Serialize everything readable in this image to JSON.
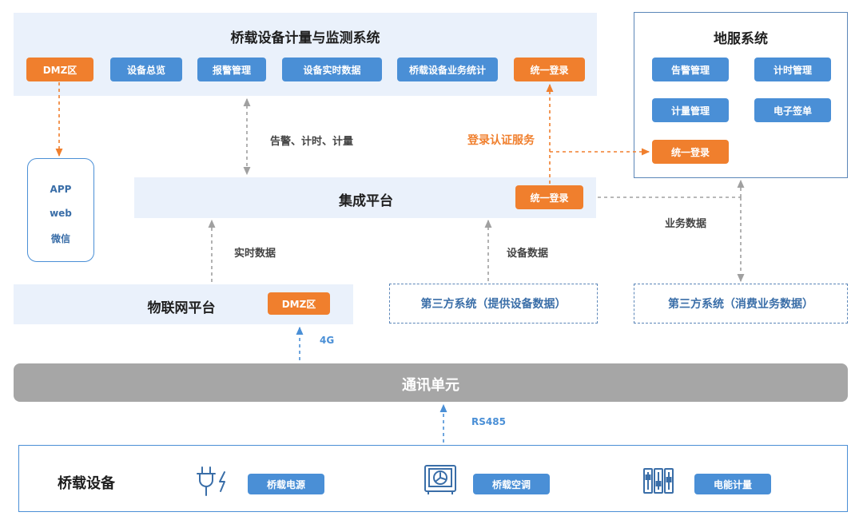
{
  "monitoring": {
    "title": "桥载设备计量与监测系统",
    "buttons": [
      "DMZ区",
      "设备总览",
      "报警管理",
      "设备实时数据",
      "桥载设备业务统计",
      "统一登录"
    ]
  },
  "ground": {
    "title": "地服系统",
    "buttons": [
      "告警管理",
      "计时管理",
      "计量管理",
      "电子签单",
      "统一登录"
    ]
  },
  "client": {
    "items": [
      "APP",
      "web",
      "微信"
    ]
  },
  "integration": {
    "title": "集成平台",
    "login": "统一登录"
  },
  "iot": {
    "title": "物联网平台",
    "dmz": "DMZ区"
  },
  "third_party": {
    "provider": "第三方系统（提供设备数据）",
    "consumer": "第三方系统（消费业务数据）"
  },
  "comm": {
    "title": "通讯单元"
  },
  "devices": {
    "title": "桥载设备",
    "items": [
      {
        "label": "桥载电源",
        "icon": "power-plug-icon"
      },
      {
        "label": "桥载空调",
        "icon": "air-conditioner-icon"
      },
      {
        "label": "电能计量",
        "icon": "meter-icon"
      }
    ]
  },
  "labels": {
    "alarm_timing_metering": "告警、计时、计量",
    "auth_service": "登录认证服务",
    "realtime_data": "实时数据",
    "device_data": "设备数据",
    "business_data": "业务数据",
    "net_4g": "4G",
    "rs485": "RS485"
  },
  "colors": {
    "blue": "#4a8fd6",
    "orange": "#f07f2d",
    "panel": "#eaf1fb",
    "comm": "#a6a6a6"
  }
}
